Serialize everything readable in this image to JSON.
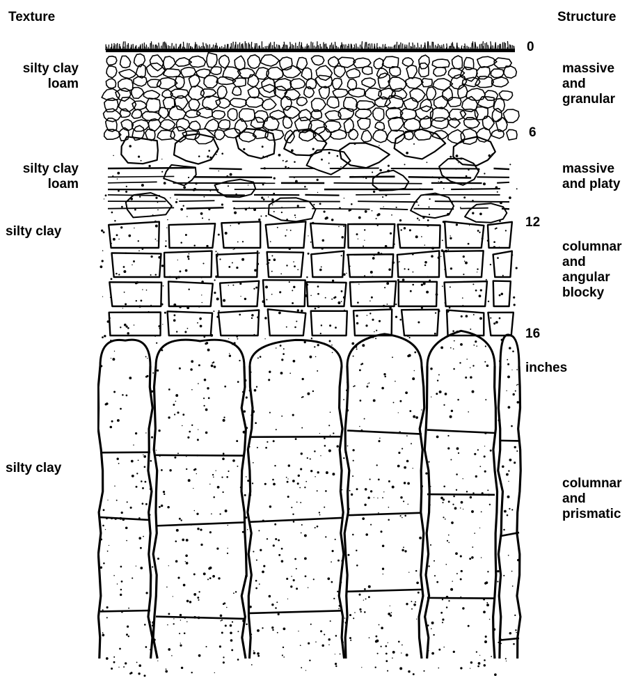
{
  "headers": {
    "texture": "Texture",
    "structure": "Structure"
  },
  "texture_labels": [
    "silty clay\nloam",
    "silty clay\nloam",
    "silty clay",
    "silty clay"
  ],
  "structure_labels": [
    "massive\nand\ngranular",
    "massive\nand platy",
    "columnar\nand\nangular\nblocky",
    "columnar\nand\nprismatic"
  ],
  "depth_marks": [
    "0",
    "6",
    "12",
    "16"
  ],
  "depth_unit": "inches",
  "colors": {
    "ink": "#000000",
    "paper": "#ffffff"
  }
}
